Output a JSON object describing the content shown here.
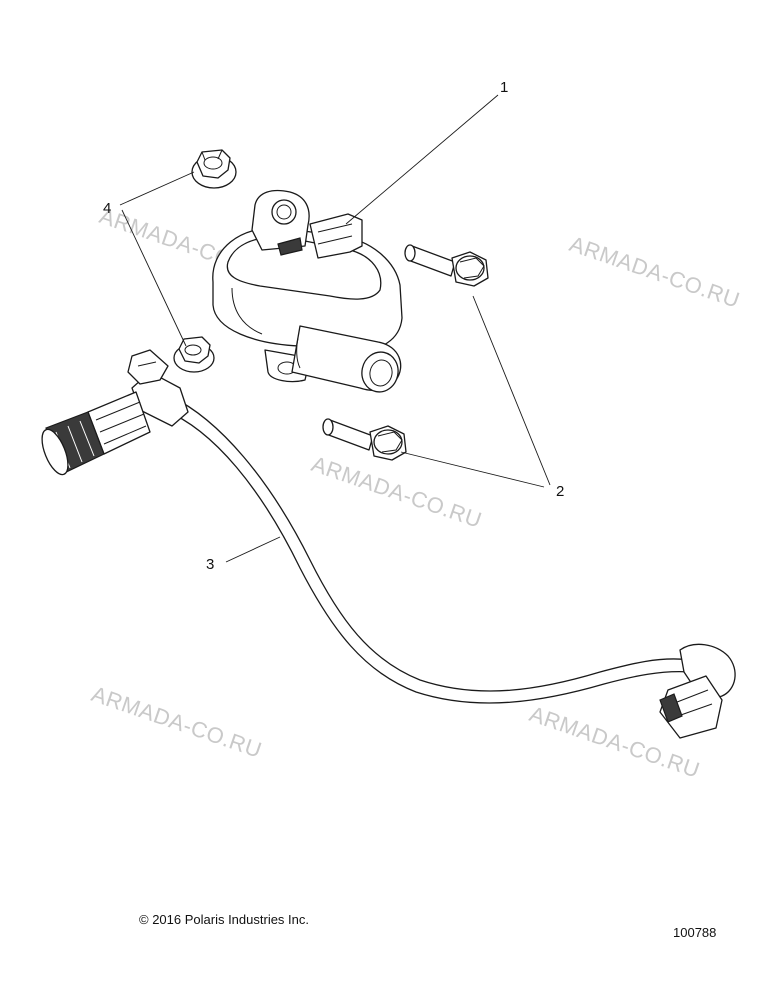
{
  "callouts": {
    "c1": "1",
    "c2": "2",
    "c3": "3",
    "c4": "4"
  },
  "watermark": "ARMADA-CO.RU",
  "footer": {
    "copyright": "© 2016 Polaris Industries Inc.",
    "figure_number": "100788"
  }
}
